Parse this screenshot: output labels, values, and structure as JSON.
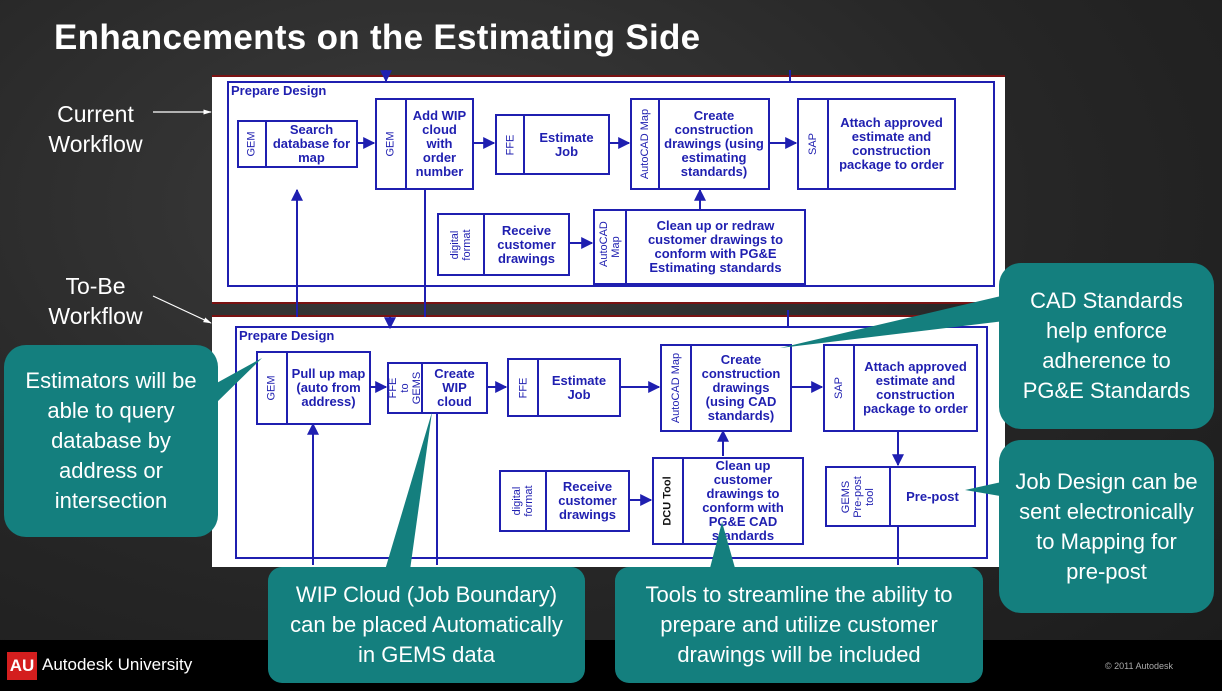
{
  "title": "Enhancements on the Estimating Side",
  "labels": {
    "current": "Current Workflow",
    "tobe": "To-Be Workflow"
  },
  "current": {
    "frame_label": "Prepare Design",
    "boxes": {
      "search": {
        "sys": "GEM",
        "text": "Search database for map"
      },
      "wip": {
        "sys": "GEM",
        "text": "Add WIP cloud with order number"
      },
      "estimate": {
        "sys": "FFE",
        "text": "Estimate Job"
      },
      "create": {
        "sys": "AutoCAD Map",
        "text": "Create construction drawings (using estimating standards)"
      },
      "attach": {
        "sys": "SAP",
        "text": "Attach approved estimate and construction package to order"
      },
      "receive": {
        "sys": "digital format",
        "text": "Receive customer drawings"
      },
      "cleanup": {
        "sys": "AutoCAD Map",
        "text": "Clean up or redraw customer drawings to conform with PG&E Estimating standards"
      }
    }
  },
  "tobe": {
    "frame_label": "Prepare Design",
    "boxes": {
      "pullup": {
        "sys": "GEM",
        "text": "Pull up map (auto from address)"
      },
      "wip": {
        "sys": "FFE to GEMS",
        "text": "Create WIP cloud"
      },
      "estimate": {
        "sys": "FFE",
        "text": "Estimate Job"
      },
      "create": {
        "sys": "AutoCAD Map",
        "text": "Create construction drawings (using CAD standards)"
      },
      "attach": {
        "sys": "SAP",
        "text": "Attach approved estimate and construction package to order"
      },
      "receive": {
        "sys": "digital format",
        "text": "Receive customer drawings"
      },
      "cleanup": {
        "sys": "DCU Tool",
        "text": "Clean up customer drawings to conform with PG&E CAD standards"
      },
      "prepost": {
        "sys": "GEMS Pre-post tool",
        "text": "Pre-post"
      }
    }
  },
  "callouts": {
    "estimators": "Estimators will be able to query database by address or intersection",
    "cad_standards": "CAD Standards help enforce adherence to PG&E Standards",
    "job_design": "Job Design can be sent electronically to Mapping for pre-post",
    "wip_cloud": "WIP Cloud (Job Boundary) can be placed Automatically in GEMS data",
    "tools": "Tools to streamline the ability to prepare and utilize customer drawings will be included"
  },
  "footer": {
    "logo_mark": "AU",
    "logo_text": "Autodesk University",
    "copyright": "© 2011 Autodesk"
  },
  "colors": {
    "flow_blue": "#1f1fb0",
    "callout_teal": "#147f7e",
    "logo_red": "#d41e1e"
  }
}
